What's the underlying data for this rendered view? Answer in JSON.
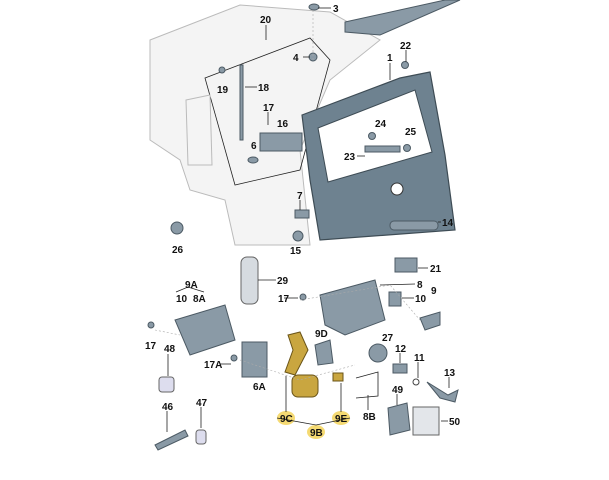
{
  "diagram": {
    "title": "Tailgate and lock mechanism parts",
    "labels": {
      "p1": "1",
      "p3": "3",
      "p4": "4",
      "p6": "6",
      "p6A": "6A",
      "p7": "7",
      "p8": "8",
      "p8A": "8A",
      "p8B": "8B",
      "p9": "9",
      "p9A": "9A",
      "p9B": "9B",
      "p9C": "9C",
      "p9D": "9D",
      "p9E": "9E",
      "p10a": "10",
      "p10b": "10",
      "p11": "11",
      "p12": "12",
      "p13": "13",
      "p14": "14",
      "p15": "15",
      "p16": "16",
      "p17a": "17",
      "p17b": "17",
      "p17c": "17",
      "p17A": "17A",
      "p18": "18",
      "p19": "19",
      "p20": "20",
      "p21": "21",
      "p22": "22",
      "p23": "23",
      "p24": "24",
      "p25": "25",
      "p26": "26",
      "p27": "27",
      "p29": "29",
      "p46": "46",
      "p47": "47",
      "p48": "48",
      "p49": "49",
      "p50": "50"
    },
    "highlight_color": "#f3d35a"
  }
}
